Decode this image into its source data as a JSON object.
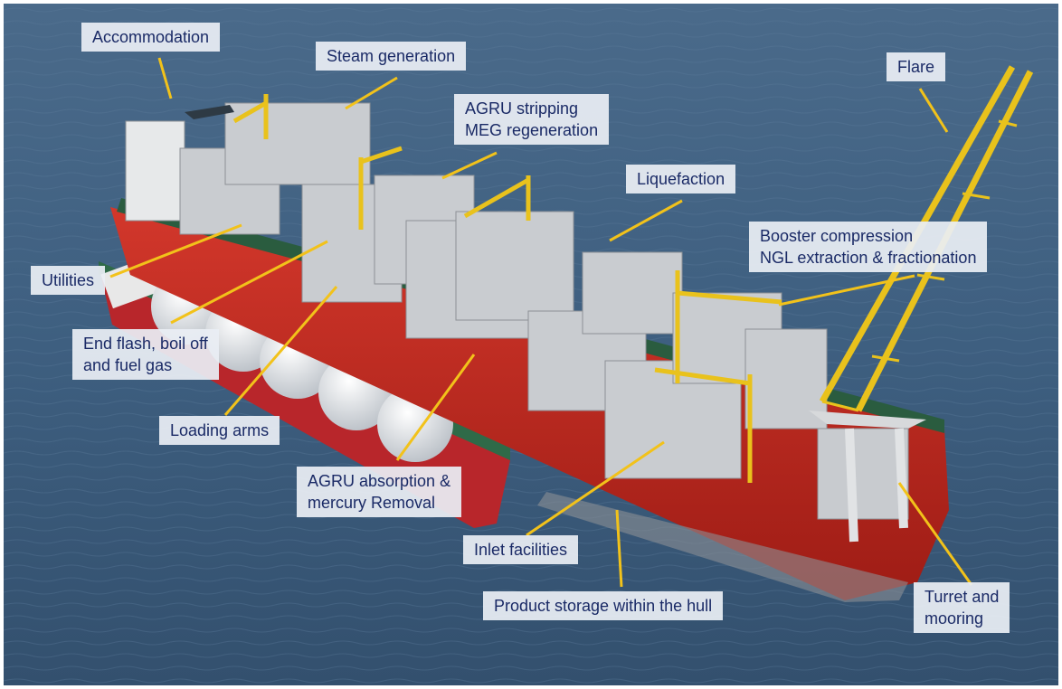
{
  "labels": {
    "accommodation": [
      "Accommodation"
    ],
    "steam": [
      "Steam generation"
    ],
    "agru_stripping": [
      "AGRU stripping",
      "MEG regeneration"
    ],
    "flare": [
      "Flare"
    ],
    "liquefaction": [
      "Liquefaction"
    ],
    "booster": [
      "Booster compression",
      "NGL extraction & fractionation"
    ],
    "utilities": [
      "Utilities"
    ],
    "end_flash": [
      "End flash, boil off",
      "and fuel gas"
    ],
    "loading_arms": [
      "Loading arms"
    ],
    "agru_absorption": [
      "AGRU absorption  &",
      "mercury Removal"
    ],
    "inlet": [
      "Inlet facilities"
    ],
    "product_storage": [
      "Product storage within the hull"
    ],
    "turret": [
      "Turret and",
      "mooring"
    ]
  },
  "colors": {
    "sea": "#3f5f7f",
    "hull_red": "#c0281f",
    "deck_green": "#2e5e3f",
    "leader": "#f2c21a",
    "label_text": "#1a2a66",
    "label_bg": "#eaeef4",
    "frame_border": "#cfcfcf"
  }
}
